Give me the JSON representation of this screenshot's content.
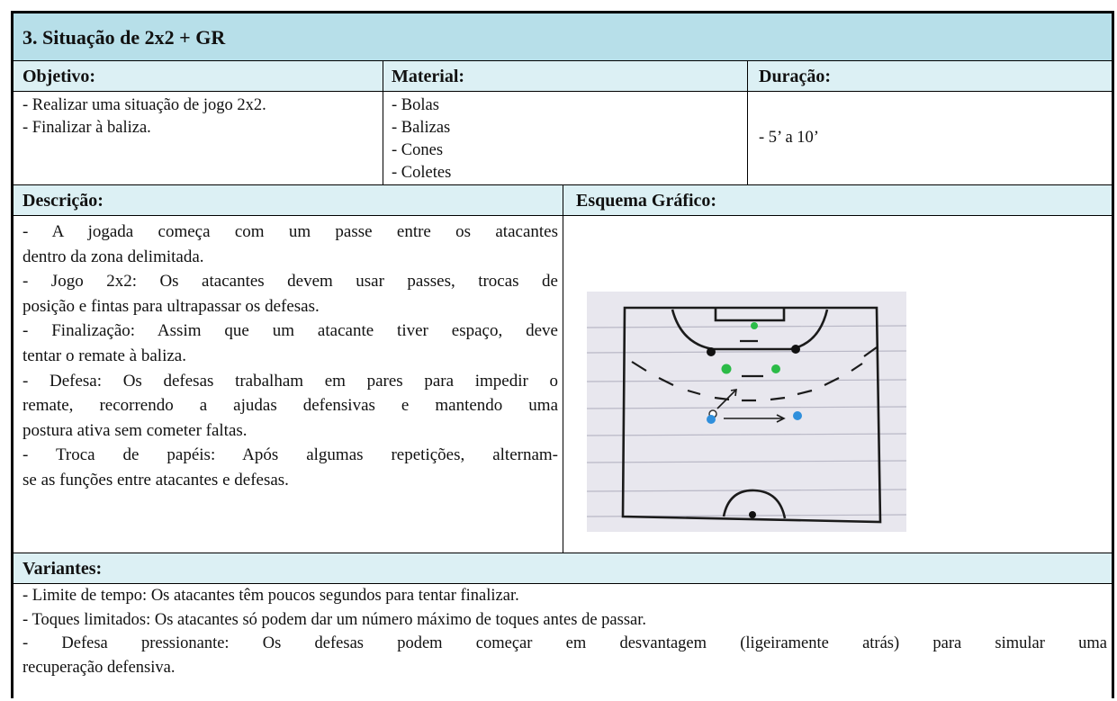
{
  "title": "3. Situação de 2x2 + GR",
  "headers": {
    "objetivo": "Objetivo:",
    "material": "Material:",
    "duracao": "Duração:",
    "descricao": "Descrição:",
    "esquema": "Esquema Gráfico:",
    "variantes": "Variantes:"
  },
  "objetivo": [
    "- Realizar uma situação de jogo 2x2.",
    "- Finalizar à baliza."
  ],
  "material": [
    "- Bolas",
    "- Balizas",
    "- Cones",
    "- Coletes"
  ],
  "duracao": "- 5’ a 10’",
  "descricao": [
    "- A jogada começa com um passe entre os atacantes",
    "dentro da zona delimitada.",
    "- Jogo 2x2: Os atacantes devem usar passes, trocas de",
    "posição e fintas para ultrapassar os defesas.",
    "- Finalização: Assim que um atacante tiver espaço, deve",
    "tentar o remate à baliza.",
    "- Defesa: Os defesas trabalham em pares para impedir o",
    "remate, recorrendo a ajudas defensivas e mantendo uma",
    "postura ativa sem cometer faltas.",
    "- Troca de papéis: Após algumas repetições, alternam-",
    "se as funções entre atacantes e defesas."
  ],
  "variantes": [
    "- Limite de tempo: Os atacantes têm poucos segundos para tentar finalizar.",
    "- Toques limitados: Os atacantes só podem dar um número máximo de toques antes de passar.",
    "- Defesa pressionante: Os defesas podem começar em desvantagem (ligeiramente atrás) para simular uma",
    "recuperação defensiva."
  ],
  "colors": {
    "title_bg": "#b7dfe9",
    "header_bg": "#dcf0f4"
  }
}
